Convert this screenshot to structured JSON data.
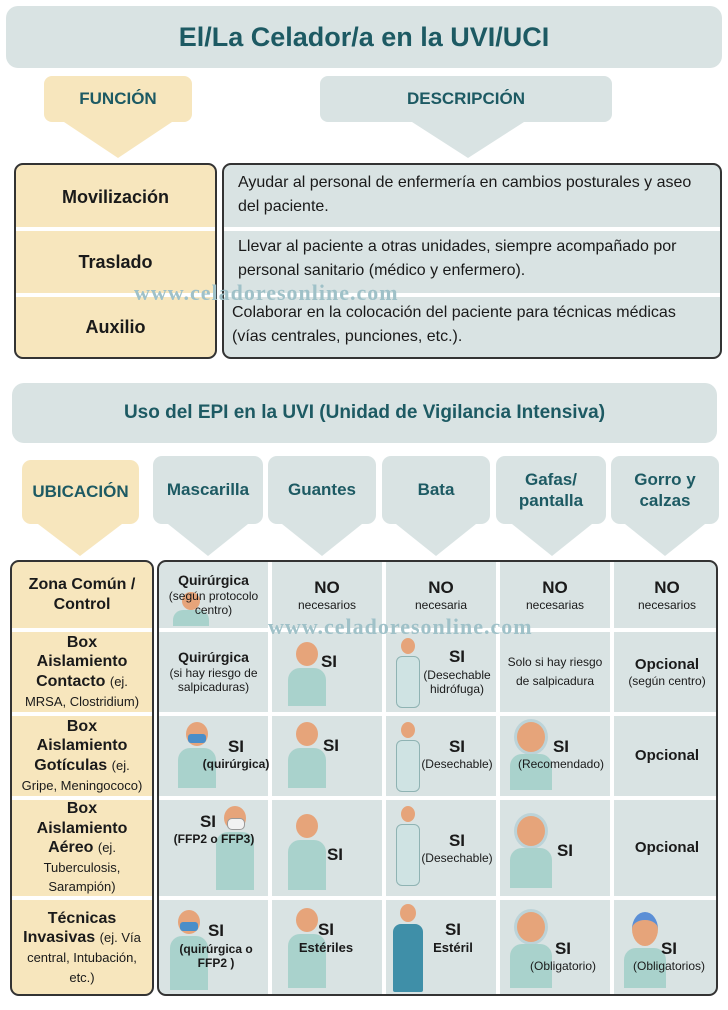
{
  "title": "El/La Celador/a en la UVI/UCI",
  "headers": {
    "funcion": "FUNCIÓN",
    "descripcion": "DESCRIPCIÓN"
  },
  "functions": [
    {
      "name": "Movilización",
      "desc": "Ayudar al personal de enfermería en cambios posturales y aseo del paciente."
    },
    {
      "name": "Traslado",
      "desc": "Llevar al paciente a otras unidades, siempre acompañado por personal sanitario (médico y enfermero)."
    },
    {
      "name": "Auxilio",
      "desc": "Colaborar en la colocación del paciente para técnicas médicas (vías centrales, punciones, etc.)."
    }
  ],
  "watermark": "www.celadoresonline.com",
  "epi_title": "Uso del EPI en la UVI (Unidad de Vigilancia Intensiva)",
  "columns": [
    "UBICACIÓN",
    "Mascarilla",
    "Guantes",
    "Bata",
    "Gafas/ pantalla",
    "Gorro y calzas"
  ],
  "rows": [
    {
      "loc_title": "Zona Común / Control",
      "loc_note": "",
      "cells": [
        {
          "main": "Quirúrgica",
          "sub": "(según protocolo centro)"
        },
        {
          "main": "NO",
          "sub": "necesarios"
        },
        {
          "main": "NO",
          "sub": "necesaria"
        },
        {
          "main": "NO",
          "sub": "necesarias"
        },
        {
          "main": "NO",
          "sub": "necesarios"
        }
      ]
    },
    {
      "loc_title": "Box Aislamiento Contacto",
      "loc_note": "(ej. MRSA, Clostridium)",
      "cells": [
        {
          "main": "Quirúrgica",
          "sub": "(si hay riesgo de salpicaduras)"
        },
        {
          "main": "SI",
          "sub": ""
        },
        {
          "main": "SI",
          "sub": "(Desechable hidrófuga)"
        },
        {
          "main": "",
          "sub": "Solo si hay riesgo de salpicadura"
        },
        {
          "main": "Opcional",
          "sub": "(según centro)"
        }
      ]
    },
    {
      "loc_title": "Box Aislamiento Gotículas",
      "loc_note": "(ej. Gripe, Meningococo)",
      "cells": [
        {
          "main": "SI",
          "sub": "(quirúrgica)"
        },
        {
          "main": "SI",
          "sub": ""
        },
        {
          "main": "SI",
          "sub": "(Desechable)"
        },
        {
          "main": "SI",
          "sub": "(Recomendado)"
        },
        {
          "main": "Opcional",
          "sub": ""
        }
      ]
    },
    {
      "loc_title": "Box Aislamiento Aéreo",
      "loc_note": "(ej. Tuberculosis, Sarampión)",
      "cells": [
        {
          "main": "SI",
          "sub": "(FFP2 o FFP3)"
        },
        {
          "main": "SI",
          "sub": ""
        },
        {
          "main": "SI",
          "sub": "(Desechable)"
        },
        {
          "main": "SI",
          "sub": ""
        },
        {
          "main": "Opcional",
          "sub": ""
        }
      ]
    },
    {
      "loc_title": "Técnicas Invasivas",
      "loc_note": "(ej. Vía central, Intubación, etc.)",
      "cells": [
        {
          "main": "SI",
          "sub": "(quirúrgica o FFP2 )"
        },
        {
          "main": "SI",
          "sub": "Estériles"
        },
        {
          "main": "SI",
          "sub": "Estéril"
        },
        {
          "main": "SI",
          "sub": "(Obligatorio)"
        },
        {
          "main": "SI",
          "sub": "(Obligatorios)"
        }
      ]
    }
  ],
  "colors": {
    "teal_dark": "#1d5a63",
    "panel_gray": "#d9e3e3",
    "panel_cream": "#f7e6bd",
    "watermark": "#9fc1c8"
  }
}
